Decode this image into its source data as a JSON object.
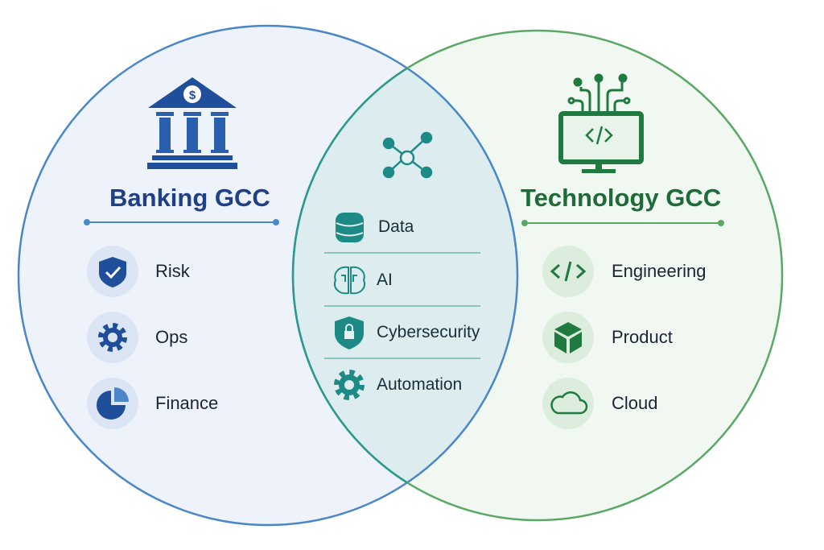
{
  "left": {
    "title": "Banking GCC",
    "items": [
      {
        "label": "Risk",
        "icon": "shield-check-icon"
      },
      {
        "label": "Ops",
        "icon": "gear-icon"
      },
      {
        "label": "Finance",
        "icon": "pie-chart-icon"
      }
    ],
    "colors": {
      "accent": "#1f4e9a",
      "stroke": "#4a86c8",
      "fill": "#eef3fb"
    }
  },
  "center": {
    "items": [
      {
        "label": "Data",
        "icon": "database-icon"
      },
      {
        "label": "AI",
        "icon": "brain-icon"
      },
      {
        "label": "Cybersecurity",
        "icon": "shield-lock-icon"
      },
      {
        "label": "Automation",
        "icon": "gear-icon"
      }
    ],
    "colors": {
      "accent": "#1e8a86",
      "fill": "#dcecef"
    }
  },
  "right": {
    "title": "Technology GCC",
    "items": [
      {
        "label": "Engineering",
        "icon": "code-icon"
      },
      {
        "label": "Product",
        "icon": "cube-icon"
      },
      {
        "label": "Cloud",
        "icon": "cloud-icon"
      }
    ],
    "colors": {
      "accent": "#1e7a3e",
      "stroke": "#5aa865",
      "fill": "#f1f8f1"
    }
  }
}
